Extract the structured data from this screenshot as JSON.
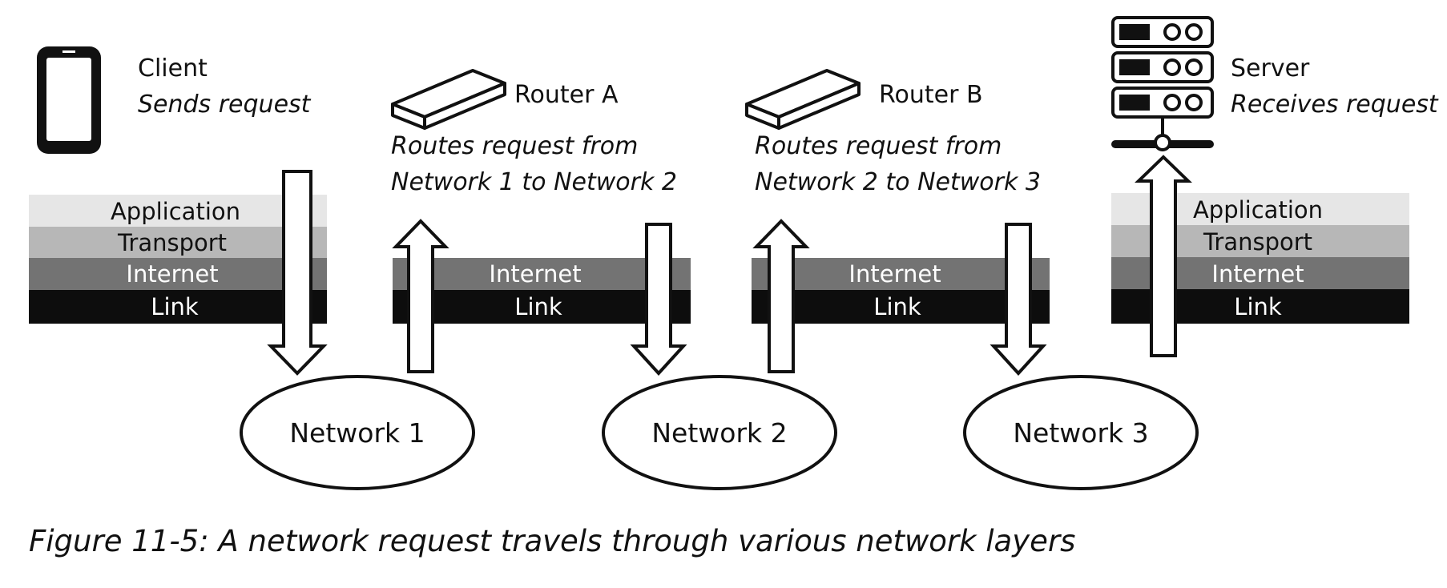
{
  "client": {
    "title": "Client",
    "action": "Sends request"
  },
  "router_a": {
    "title": "Router A",
    "line1": "Routes request from",
    "line2": "Network 1 to Network 2"
  },
  "router_b": {
    "title": "Router B",
    "line1": "Routes request from",
    "line2": "Network 2 to Network 3"
  },
  "server": {
    "title": "Server",
    "action": "Receives request"
  },
  "layers": {
    "application": "Application",
    "transport": "Transport",
    "internet": "Internet",
    "link": "Link"
  },
  "networks": [
    "Network 1",
    "Network 2",
    "Network 3"
  ],
  "colors": {
    "application": "#e6e6e6",
    "transport": "#b7b7b7",
    "internet": "#737373",
    "link": "#0d0d0d"
  },
  "caption": "Figure 11-5: A network request travels through various network layers"
}
